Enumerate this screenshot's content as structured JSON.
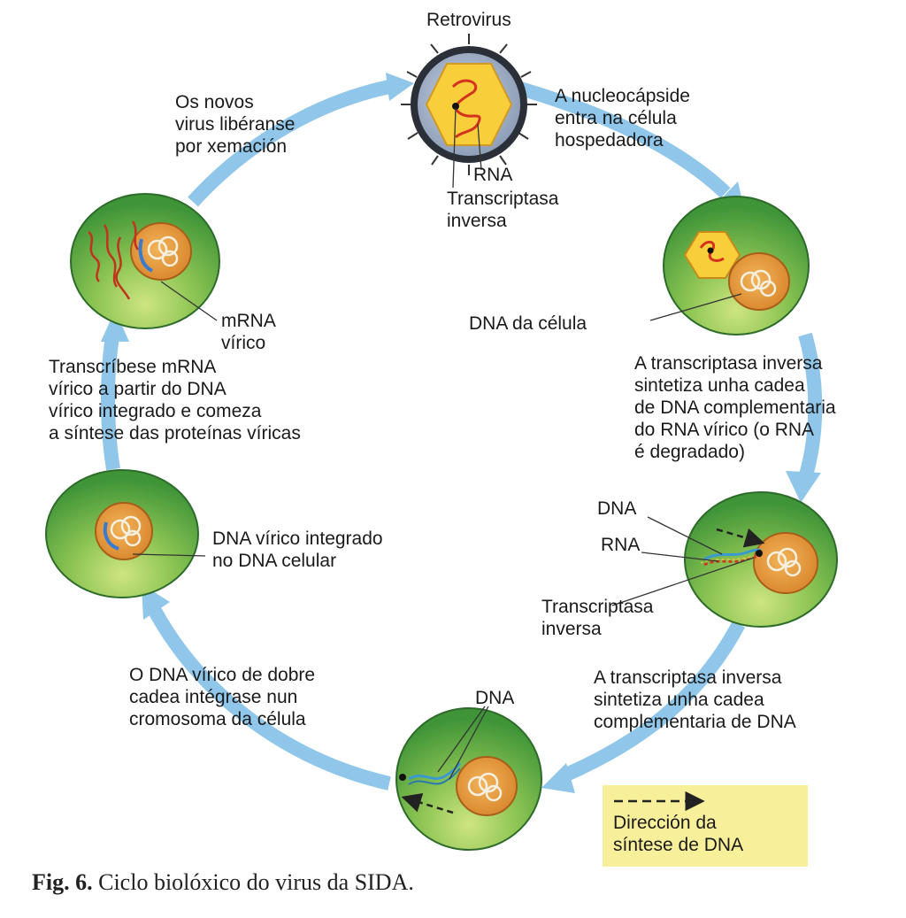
{
  "figure": {
    "virus_label": "Retrovirus",
    "rna_label": "RNA",
    "rt_label": "Transcriptasa\ninversa",
    "step_enter": "A nucleocápside\nentra na célula\nhospedadora",
    "cell_dna_label": "DNA da célula",
    "step_rt_complementary": "A transcriptasa inversa\nsintetiza unha cadea\nde DNA complementaria\ndo RNA vírico (o RNA\né degradado)",
    "hybrid_dna_label": "DNA",
    "hybrid_rna_label": "RNA",
    "hybrid_rt_label": "Transcriptasa\ninversa",
    "step_second_strand": "A transcriptasa inversa\nsintetiza unha cadea\ncomplementaria de DNA",
    "ds_dna_label": "DNA",
    "step_integrate": "O DNA vírico de dobre\ncadea intégrase nun\ncromosoma da célula",
    "integrated_label": "DNA vírico integrado\nno DNA celular",
    "step_transcribe": "Transcríbese mRNA\nvírico a partir do DNA\nvírico integrado e comeza\na síntese das proteínas víricas",
    "mrna_label": "mRNA\nvírico",
    "step_release": "Os novos\nvirus libéranse\npor xemación"
  },
  "legend": {
    "text": "Dirección da\nsíntese de DNA"
  },
  "caption": {
    "prefix": "Fig. 6.",
    "text": "Ciclo biolóxico do virus da SIDA."
  },
  "colors": {
    "cycle_arrow": "#8fc6ea",
    "cell_green": "#5aa83e",
    "cell_light": "#c5e07a",
    "nucleus": "#e69a3c",
    "virus_core": "#f8cf3a",
    "rna": "#d4321e",
    "dna": "#3a9ad0",
    "legend_bg": "#f7ef99"
  }
}
